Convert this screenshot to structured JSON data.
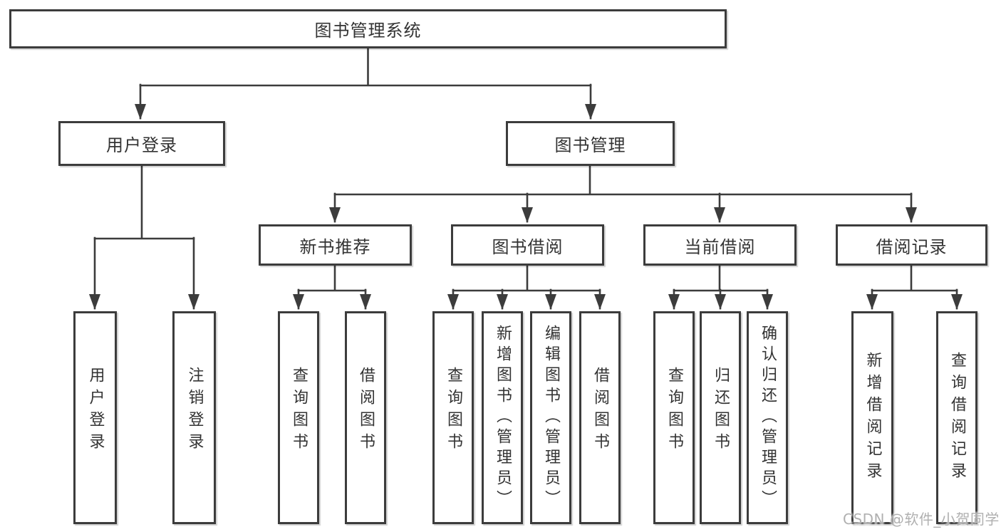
{
  "tree": {
    "label": "图书管理系统",
    "children": [
      {
        "label": "用户登录",
        "children": [
          {
            "label": "用户登录"
          },
          {
            "label": "注销登录"
          }
        ]
      },
      {
        "label": "图书管理",
        "children": [
          {
            "label": "新书推荐",
            "children": [
              {
                "label": "查询图书"
              },
              {
                "label": "借阅图书"
              }
            ]
          },
          {
            "label": "图书借阅",
            "children": [
              {
                "label": "查询图书"
              },
              {
                "label": "新增图书（管理员）"
              },
              {
                "label": "编辑图书（管理员）"
              },
              {
                "label": "借阅图书"
              }
            ]
          },
          {
            "label": "当前借阅",
            "children": [
              {
                "label": "查询图书"
              },
              {
                "label": "归还图书"
              },
              {
                "label": "确认归还（管理员）"
              }
            ]
          },
          {
            "label": "借阅记录",
            "children": [
              {
                "label": "新增借阅记录"
              },
              {
                "label": "查询借阅记录"
              }
            ]
          }
        ]
      }
    ]
  },
  "watermark": {
    "text": "CSDN @软件_小贺同学"
  },
  "colors": {
    "line": "#3c3c3c",
    "text": "#333333",
    "watermark": "#b0b0b0",
    "background": "#ffffff"
  }
}
